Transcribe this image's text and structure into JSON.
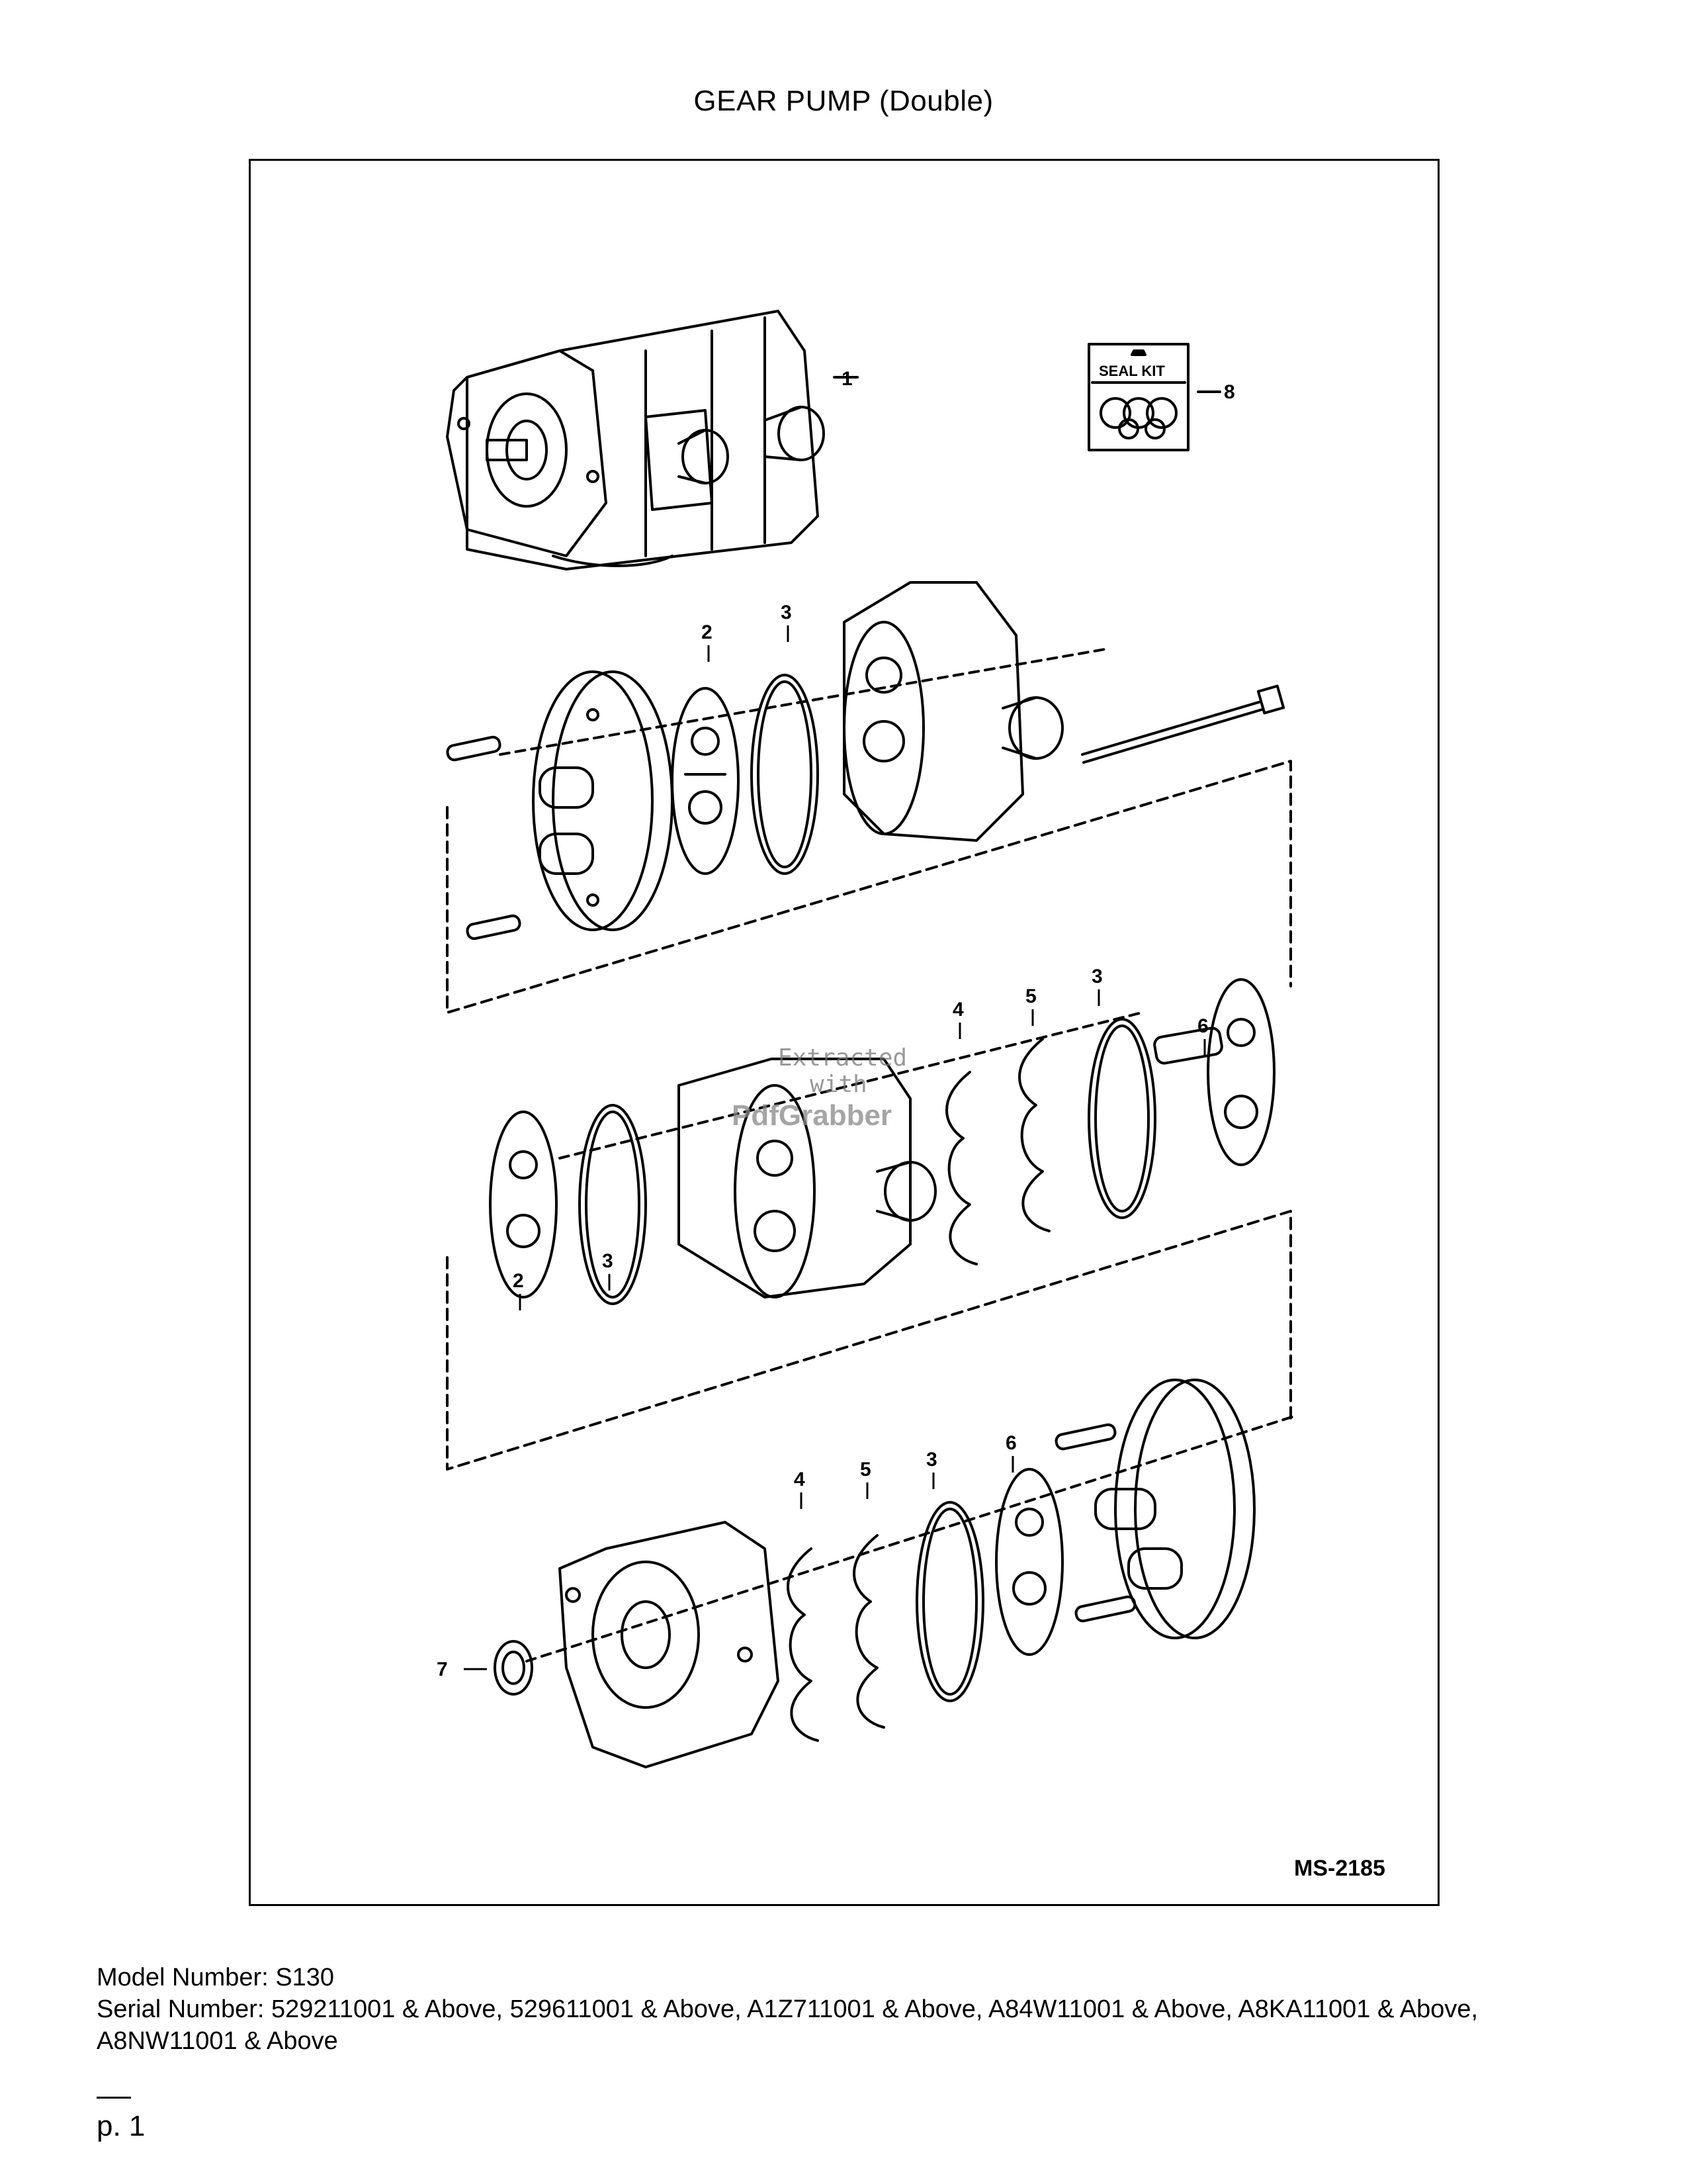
{
  "title": "GEAR PUMP (Double)",
  "diagram": {
    "callouts": [
      "1",
      "2",
      "3",
      "4",
      "5",
      "6",
      "7",
      "8"
    ],
    "seal_kit_label": "SEAL KIT",
    "figure_id": "MS-2185",
    "watermark": {
      "line1": "Extracted",
      "line2": "with",
      "line3": "PdfGrabber"
    }
  },
  "footer": {
    "model": "Model Number: S130",
    "serial": "Serial Number: 529211001 & Above, 529611001 & Above, A1Z711001 & Above, A84W11001 & Above, A8KA11001 & Above, A8NW11001 & Above"
  },
  "page_label": "p. 1"
}
